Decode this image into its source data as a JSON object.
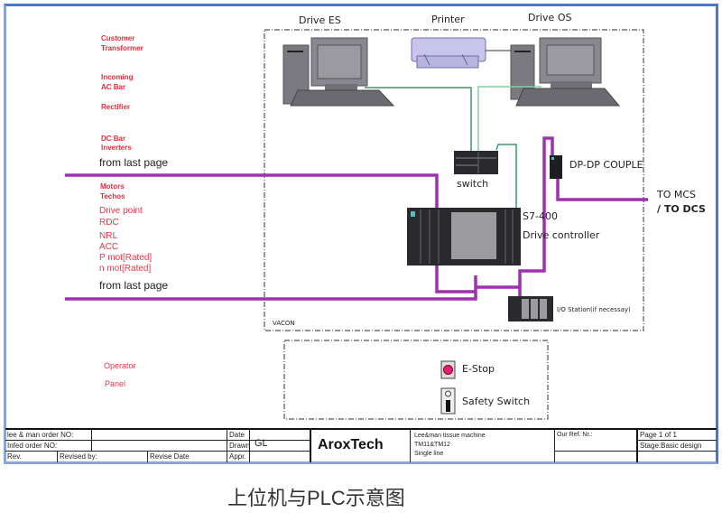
{
  "left_labels": {
    "customer": "Customer",
    "transformer": "Transformer",
    "incoming": "Incoming",
    "ac_bar": "AC Bar",
    "rectifier": "Rectifier",
    "dc_bar": "DC Bar",
    "inverters": "Inverters",
    "from_last_page_1": "from last page",
    "motors": "Motors",
    "techos": "Techos",
    "drive_point": "Drive point",
    "rdc": "RDC",
    "nrl": "NRL",
    "acc": "ACC",
    "p_mot": "P mot[Rated]",
    "n_mot": "n mot[Rated]",
    "from_last_page_2": "from last page",
    "operator": "Operator",
    "panel": "Panel"
  },
  "devices": {
    "drive_es": "Drive ES",
    "printer": "Printer",
    "drive_os": "Drive OS",
    "switch": "switch",
    "dp_couple": "DP-DP COUPLE",
    "to_mcs": "TO MCS",
    "to_dcs": "/ TO DCS",
    "s7_400": "S7-400",
    "drive_controller": "Drive controller",
    "io_station": "I/O Station(if necessay)",
    "vacon": "VACON",
    "estop": "E-Stop",
    "safety_switch": "Safety Switch"
  },
  "colors": {
    "label_red": "#ee2a3a",
    "profibus_purple": "#a030b0",
    "ethernet_green": "#3a9a6a",
    "frame_blue": "#4a78c8",
    "estop_magenta": "#e0207a"
  },
  "title_block": {
    "order_no": "lee & man order NO:",
    "infed_order_no": "Infed order NO:",
    "rev": "Rev.",
    "revised_by": "Revised by:",
    "revise_date": "Revise Date",
    "date": "Date",
    "drawn": "Drawn",
    "drawn_value": "GL",
    "appr": "Appr.",
    "company": "AroxTech",
    "project_line1": "Lee&man tissue machine",
    "project_line2": "TM11&TM12",
    "project_line3": "Single line",
    "our_ref": "Our Ref. Nr.:",
    "page": "Page 1 of 1",
    "stage": "Stage:Basic design"
  },
  "caption": "上位机与PLC示意图"
}
